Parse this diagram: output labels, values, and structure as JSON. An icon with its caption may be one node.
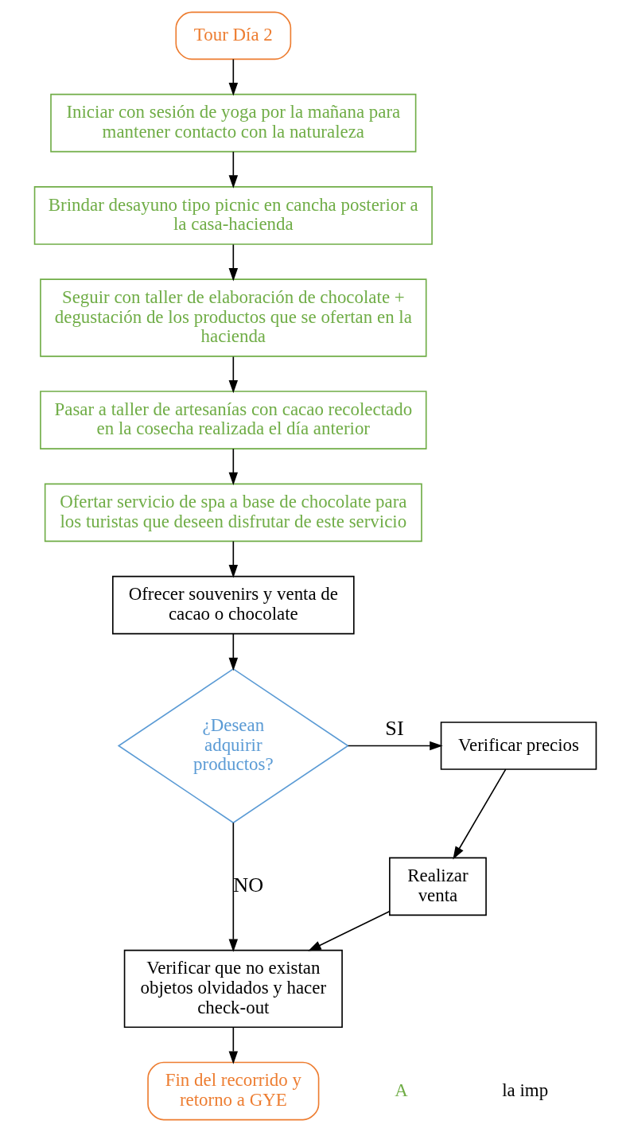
{
  "diagram": {
    "nodes": [
      {
        "text": [
          "Tour Día 2"
        ]
      },
      {
        "text": [
          "Iniciar con sesión de yoga por la mañana para mantener contacto con la naturaleza"
        ]
      },
      {
        "text": [
          "Brindar desayuno tipo picnic en cancha posterior a la casa-hacienda"
        ]
      },
      {
        "text": [
          "Seguir con taller de elaboración de chocolate + degustación de los productos que se ofertan en la hacienda"
        ]
      },
      {
        "text": [
          "Pasar a taller de artesanías con cacao recolectado en la cosecha realizada el día anterior"
        ]
      },
      {
        "text": [
          "Ofertar servicio de spa a base de chocolate para los turistas que deseen disfrutar de este servicio"
        ]
      },
      {
        "text": [
          "Ofrecer souvenirs y venta de cacao o chocolate"
        ]
      },
      {
        "text": [
          "¿Desean adquirir productos?"
        ]
      },
      {
        "text": [
          "Verificar precios"
        ]
      },
      {
        "text": [
          "Realizar venta"
        ]
      },
      {
        "text": [
          "Verificar que no existan objetos olvidados y hacer check-out"
        ]
      },
      {
        "text": [
          "Fin del recorrido y retorno a GYE"
        ]
      }
    ],
    "edges": [
      {
        "from": 0,
        "to": 1,
        "arrow": "to"
      },
      {
        "from": 1,
        "to": 2,
        "arrow": "to"
      },
      {
        "from": 2,
        "to": 3,
        "arrow": "to"
      },
      {
        "from": 3,
        "to": 4,
        "arrow": "to"
      },
      {
        "from": 4,
        "to": 5,
        "arrow": "to"
      },
      {
        "from": 5,
        "to": 6,
        "arrow": "to"
      },
      {
        "from": 6,
        "to": 7,
        "arrow": "to"
      },
      {
        "from": 7,
        "to": 8,
        "arrow": "to",
        "label": "SI"
      },
      {
        "from": 8,
        "to": 9,
        "arrow": "to"
      },
      {
        "from": 7,
        "to": 10,
        "arrow": "to",
        "label": "NO"
      },
      {
        "from": 9,
        "to": 10,
        "arrow": "to"
      },
      {
        "from": 10,
        "to": 11,
        "arrow": "to"
      }
    ],
    "labels": [
      "A",
      "la imp"
    ]
  }
}
